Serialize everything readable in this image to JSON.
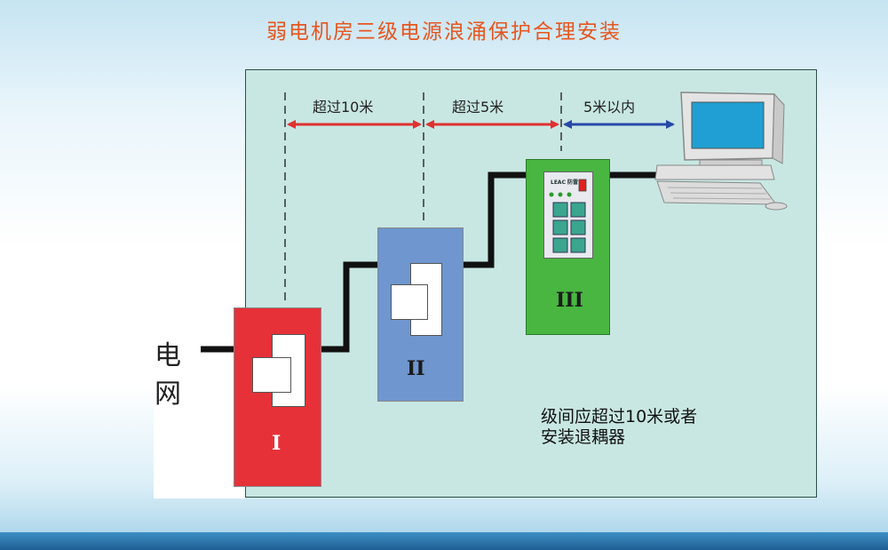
{
  "title": "弱电机房三级电源浪涌保护合理安装",
  "grid_label_line1": "电",
  "grid_label_line2": "网",
  "distances": {
    "d1": "超过10米",
    "d2": "超过5米",
    "d3": "5米以内"
  },
  "stages": {
    "stage1": "I",
    "stage2": "II",
    "stage3": "III"
  },
  "panel_brand": "LEAC 防雷",
  "note_line1": "级间应超过10米或者",
  "note_line2": "安装退耦器",
  "colors": {
    "title": "#e8551e",
    "stage1_box": "#e63138",
    "stage2_box": "#6f96cf",
    "stage3_box": "#48b641",
    "red_arrow": "#e03030",
    "blue_arrow": "#2848a8",
    "diagram_bg": "#c8e7e3"
  }
}
